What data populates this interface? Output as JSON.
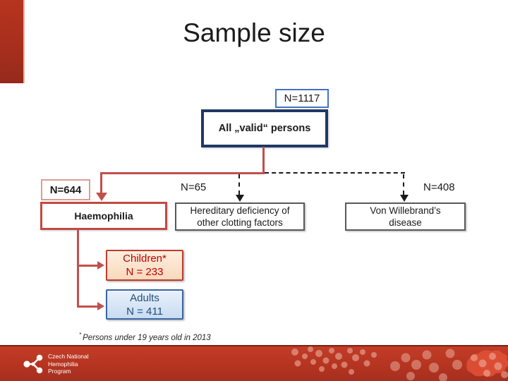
{
  "slide": {
    "title": "Sample size"
  },
  "flowchart": {
    "total_badge": "N=1117",
    "root_box": "All „valid“ persons",
    "branches": {
      "haemophilia": {
        "badge": "N=644",
        "label": "Haemophilia"
      },
      "hereditary": {
        "badge": "N=65",
        "line1": "Hereditary deficiency of",
        "line2": "other clotting factors"
      },
      "von_willebrand": {
        "badge": "N=408",
        "line1": "Von Willebrand’s",
        "line2": "disease"
      }
    },
    "subgroups": {
      "children": {
        "label": "Children*",
        "count": "N = 233"
      },
      "adults": {
        "label": "Adults",
        "count": "N = 411"
      }
    },
    "footnote": {
      "marker": "*",
      "text": "Persons under 19 years old in 2013"
    }
  },
  "footer": {
    "logo_text": [
      "Czech National",
      "Hemophilia",
      "Program"
    ]
  },
  "colors": {
    "accent_red": "#C0504D",
    "navy_border": "#1F3864",
    "blue_border": "#4472C4",
    "haemophilia_border": "#C14A42",
    "children_text": "#C00000",
    "adults_text": "#1F4E79",
    "footer_red": "#B53420"
  }
}
